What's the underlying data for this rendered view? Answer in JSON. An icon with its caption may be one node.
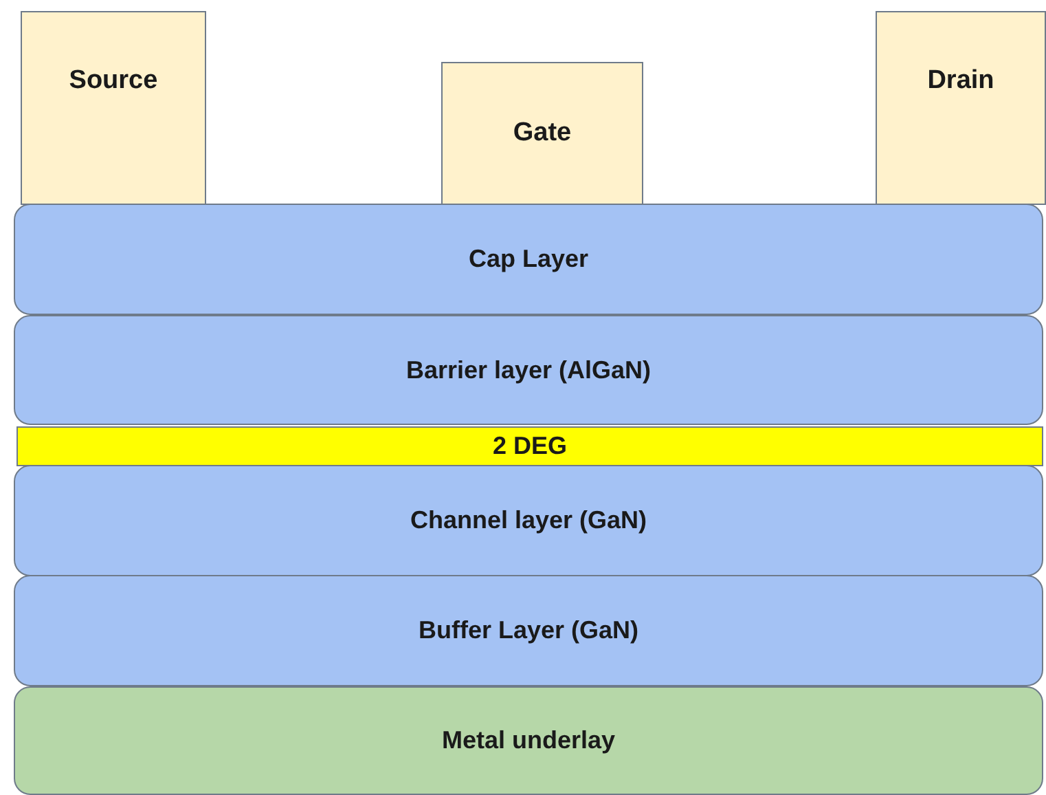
{
  "diagram": {
    "nodes": [
      {
        "text": [
          "Source"
        ]
      },
      {
        "text": [
          "Gate"
        ]
      },
      {
        "text": [
          "Drain"
        ]
      },
      {
        "text": [
          "Cap Layer"
        ]
      },
      {
        "text": [
          "Barrier layer (AlGaN)"
        ]
      },
      {
        "text": [
          "2 DEG"
        ]
      },
      {
        "text": [
          "Channel layer (GaN)"
        ]
      },
      {
        "text": [
          "Buffer Layer (GaN)"
        ]
      },
      {
        "text": [
          "Metal underlay"
        ]
      }
    ]
  }
}
